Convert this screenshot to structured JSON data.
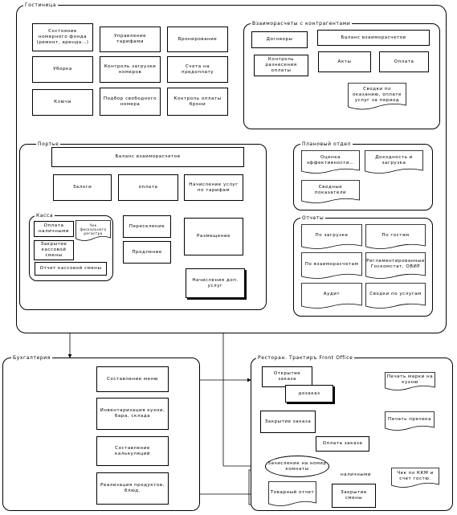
{
  "hotel": {
    "title": "Гостиница",
    "boxes": {
      "room_state": "Состояние номерного фонда (ремонт, аренда…)",
      "tariff_mgmt": "Управление тарифами",
      "booking": "Бронирование",
      "cleaning": "Уборка",
      "room_load_control": "Контроль загрузки номеров",
      "prepayment_invoices": "Счета на предоплату",
      "keys": "Ключи",
      "free_room_search": "Подбор свободного номера",
      "booking_payment_control": "Контроль оплаты брони"
    }
  },
  "settlements": {
    "title": "Взаиморасчеты с контрагентами",
    "contracts": "Договоры",
    "balance": "Баланс взаиморасчетов",
    "payment_allocation": "Контроль разнесения оплаты",
    "acts": "Акты",
    "payment": "Оплата",
    "services_summary": "Сводки по оказанию, оплате услуг за период"
  },
  "porter": {
    "title": "Портье",
    "balance": "Баланс взаиморасчетов",
    "deposits": "Залоги",
    "payment": "оплата",
    "tariff_charges": "Начисление услуг по тарифам",
    "placement": "Размещение",
    "extension": "Переселение",
    "prolongation": "Продление",
    "extra_services": "Начисления доп. услуг"
  },
  "kassa": {
    "title": "Касса",
    "cash_payment": "Оплата наличными",
    "fiscal_receipt": "Чек фискального регистра",
    "shift_close": "Закрытие кассовой смены",
    "shift_report": "Отчет кассовой смены"
  },
  "planning": {
    "title": "Плановый отдел",
    "efficiency": "Оценка эффективности…",
    "income_load": "Доходность и загрузка",
    "summary": "Сводные показатели"
  },
  "reports": {
    "title": "Отчеты",
    "by_load": "По загрузке",
    "by_guests": "По гостям",
    "by_settlements": "По взаиморасчетам",
    "regulated": "Регламентированные Госкомстат, ОВИР",
    "audit": "Аудит",
    "services_summary": "Сводки по услугам"
  },
  "accounting": {
    "title": "Бухгалтерия",
    "menu": "Составление меню",
    "inventory": "Инвентаризация кухни, бара, склада",
    "calculation": "Составление калькуляций",
    "sales": "Реализация продуктов, блюд."
  },
  "restaurant": {
    "title": "Ресторан. Трактиръ Front Office",
    "open_order": "Открытие заказа",
    "print_kitchen": "Печать марки на кухню",
    "additional_order": "дозаказ",
    "close_order": "Закрытие заказа",
    "print_bill": "Печать пречека",
    "order_payment": "Оплата заказа",
    "room_payment": "Зачисление на номер комнаты",
    "cash_label": "наличными",
    "kkm_receipt": "Чек по ККМ и счет гостю.",
    "goods_report": "Товарный отчет",
    "shift_close": "Закрытие смены"
  }
}
